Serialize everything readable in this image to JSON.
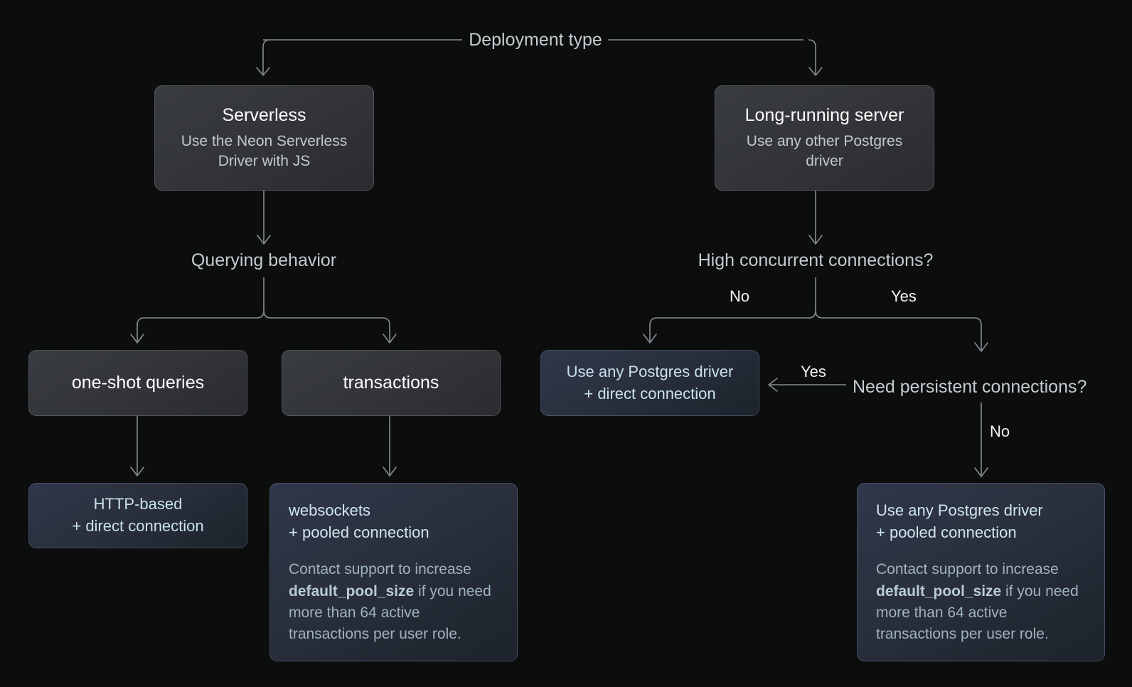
{
  "theme": {
    "background": "#0c0d0d",
    "edge_color": "#878d92",
    "gray_box_top": "#393c41",
    "gray_box_bottom": "#2a2c2f",
    "blue_box_top": "#30374a",
    "blue_box_bottom": "#1d232b",
    "accent_blue_text": "#c9e2ec",
    "muted_blue_text": "#9fb3bc"
  },
  "diagram": {
    "root": {
      "label": "Deployment type"
    },
    "serverless_box": {
      "title": "Serverless",
      "subtitle": "Use the Neon Serverless Driver with JS"
    },
    "longrunning_box": {
      "title": "Long-running server",
      "subtitle": "Use any other Postgres driver"
    },
    "querying_question": {
      "label": "Querying behavior"
    },
    "concurrency_question": {
      "label": "High concurrent connections?"
    },
    "concurrency_branch_no": {
      "label": "No"
    },
    "concurrency_branch_yes": {
      "label": "Yes"
    },
    "oneshot_box": {
      "label": "one-shot queries"
    },
    "transactions_box": {
      "label": "transactions"
    },
    "direct_driver_box": {
      "line1": "Use any Postgres driver",
      "line2": "+ direct connection"
    },
    "persistent_question": {
      "label": "Need persistent connections?"
    },
    "persistent_branch_yes": {
      "label": "Yes"
    },
    "persistent_branch_no": {
      "label": "No"
    },
    "http_box": {
      "line1": "HTTP-based",
      "line2": "+ direct connection"
    },
    "websockets_box": {
      "line1": "websockets",
      "line2": "+ pooled connection",
      "note_before": "Contact support to increase ",
      "note_code": "default_pool_size",
      "note_after": " if you need more than 64 active transactions per user role."
    },
    "pooled_driver_box": {
      "line1": "Use any Postgres driver",
      "line2": "+ pooled connection",
      "note_before": "Contact support to increase ",
      "note_code": "default_pool_size",
      "note_after": " if you need more than 64 active transactions per user role."
    }
  }
}
